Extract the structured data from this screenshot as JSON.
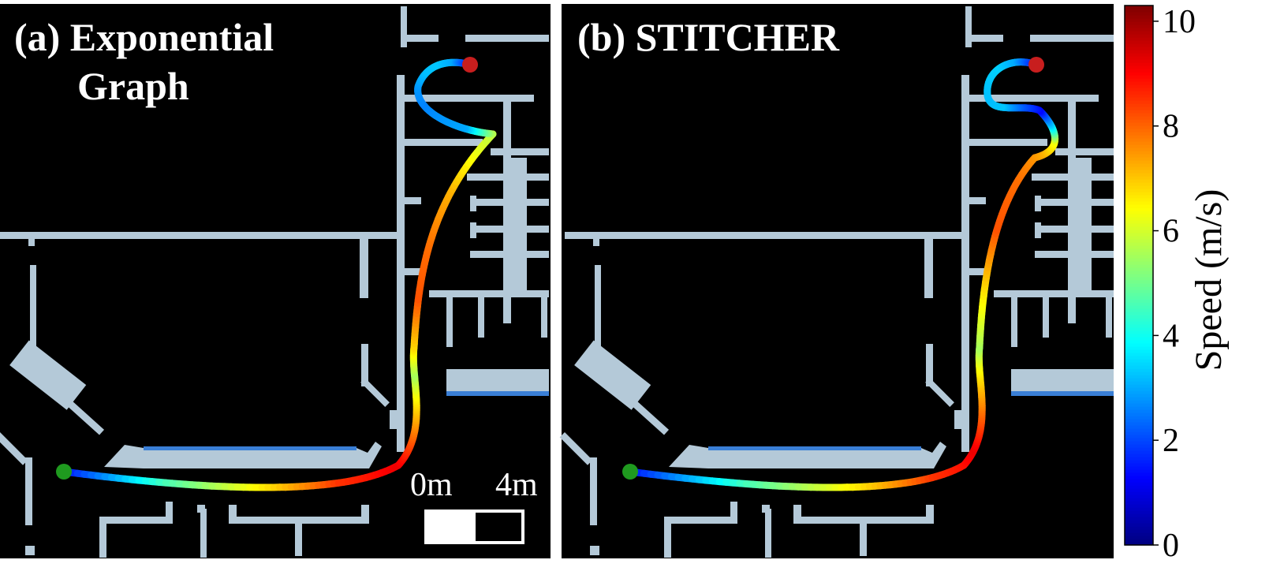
{
  "panels": [
    {
      "id": "a",
      "title_line1": "(a) Exponential",
      "title_line2": "Graph"
    },
    {
      "id": "b",
      "title_line1": "(b) STITCHER",
      "title_line2": ""
    }
  ],
  "scale_bar": {
    "start_label": "0m",
    "end_label": "4m"
  },
  "colorbar": {
    "label": "Speed (m/s)",
    "min": 0,
    "max": 10.3,
    "ticks": [
      "0",
      "2",
      "4",
      "6",
      "8",
      "10"
    ],
    "colormap": "jet"
  },
  "colors": {
    "background": "#000000",
    "obstacle": "#b4c9d8",
    "obstacle_accent": "#3a7fd6",
    "start_marker": "#1f9a1f",
    "goal_marker": "#c81e1e"
  },
  "trajectories": {
    "a": {
      "speed_profile": [
        1.4,
        4.5,
        6.5,
        8.5,
        9.2,
        8.0,
        6.8,
        5.5,
        6.8,
        8.2,
        7.9,
        7.2,
        5.8,
        3.0,
        2.8,
        2.6,
        2.8,
        3.2,
        3.3,
        3.0,
        1.5
      ]
    },
    "b": {
      "speed_profile": [
        1.4,
        4.5,
        6.5,
        8.5,
        9.2,
        8.0,
        6.8,
        5.5,
        6.8,
        8.2,
        7.9,
        7.2,
        6.3,
        3.5,
        1.3,
        2.2,
        3.3,
        3.2,
        3.3,
        3.4,
        3.0,
        1.5
      ]
    }
  }
}
